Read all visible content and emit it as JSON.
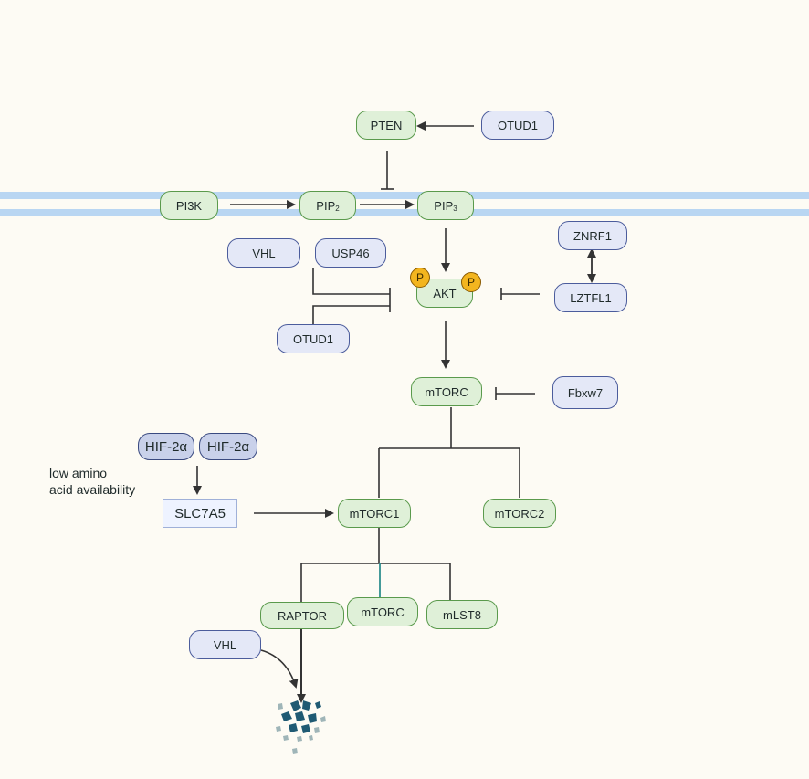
{
  "nodes": {
    "pten": "PTEN",
    "otud1_top": "OTUD1",
    "pi3k": "PI3K",
    "pip2_base": "PIP",
    "pip2_sub": "2",
    "pip3_base": "PIP",
    "pip3_sub": "3",
    "vhl_top": "VHL",
    "usp46": "USP46",
    "akt": "AKT",
    "phospho_left": "P",
    "phospho_right": "P",
    "znrf1": "ZNRF1",
    "lztfl1": "LZTFL1",
    "otud1_mid": "OTUD1",
    "mtorc": "mTORC",
    "fbxw7": "Fbxw7",
    "hif2a_1": "HIF-2α",
    "hif2a_2": "HIF-2α",
    "slc7a5": "SLC7A5",
    "mtorc1": "mTORC1",
    "mtorc2": "mTORC2",
    "raptor": "RAPTOR",
    "mtorc_sub": "mTORC",
    "mlst8": "mLST8",
    "vhl_bottom": "VHL"
  },
  "labels": {
    "low_amino_line1": "low amino",
    "low_amino_line2": "acid availability"
  },
  "colors": {
    "background": "#fdfbf4",
    "membrane": "#b9d6f2",
    "green_fill": "#dff0d8",
    "green_border": "#5a9a4c",
    "blue_fill": "#e4e8f7",
    "blue_border": "#4b5c9c",
    "phospho": "#f3b51f",
    "degradation_dark": "#1f5a73",
    "degradation_light": "#9fb5b8"
  }
}
